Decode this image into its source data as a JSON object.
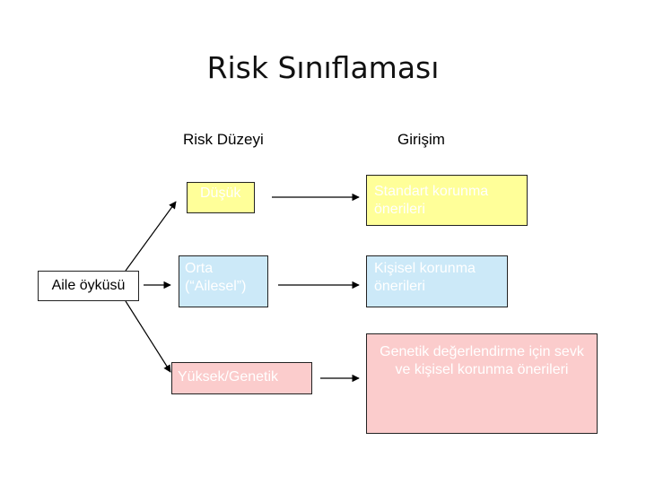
{
  "title": "Risk Sınıflaması",
  "headers": {
    "level": "Risk Düzeyi",
    "action": "Girişim"
  },
  "source": {
    "label": "Aile öyküsü"
  },
  "levels": [
    {
      "label": "Düşük"
    },
    {
      "label": "Orta (“Ailesel”)"
    },
    {
      "label": "Yüksek/Genetik"
    }
  ],
  "actions": [
    {
      "label": "Standart korunma önerileri"
    },
    {
      "label": "Kişisel korunma önerileri"
    },
    {
      "label": "Genetik değerlendirme için sevk ve kişisel korunma önerileri"
    }
  ],
  "colors": {
    "low": "#ffff99",
    "medium": "#cce9f8",
    "high": "#fbcccc"
  }
}
